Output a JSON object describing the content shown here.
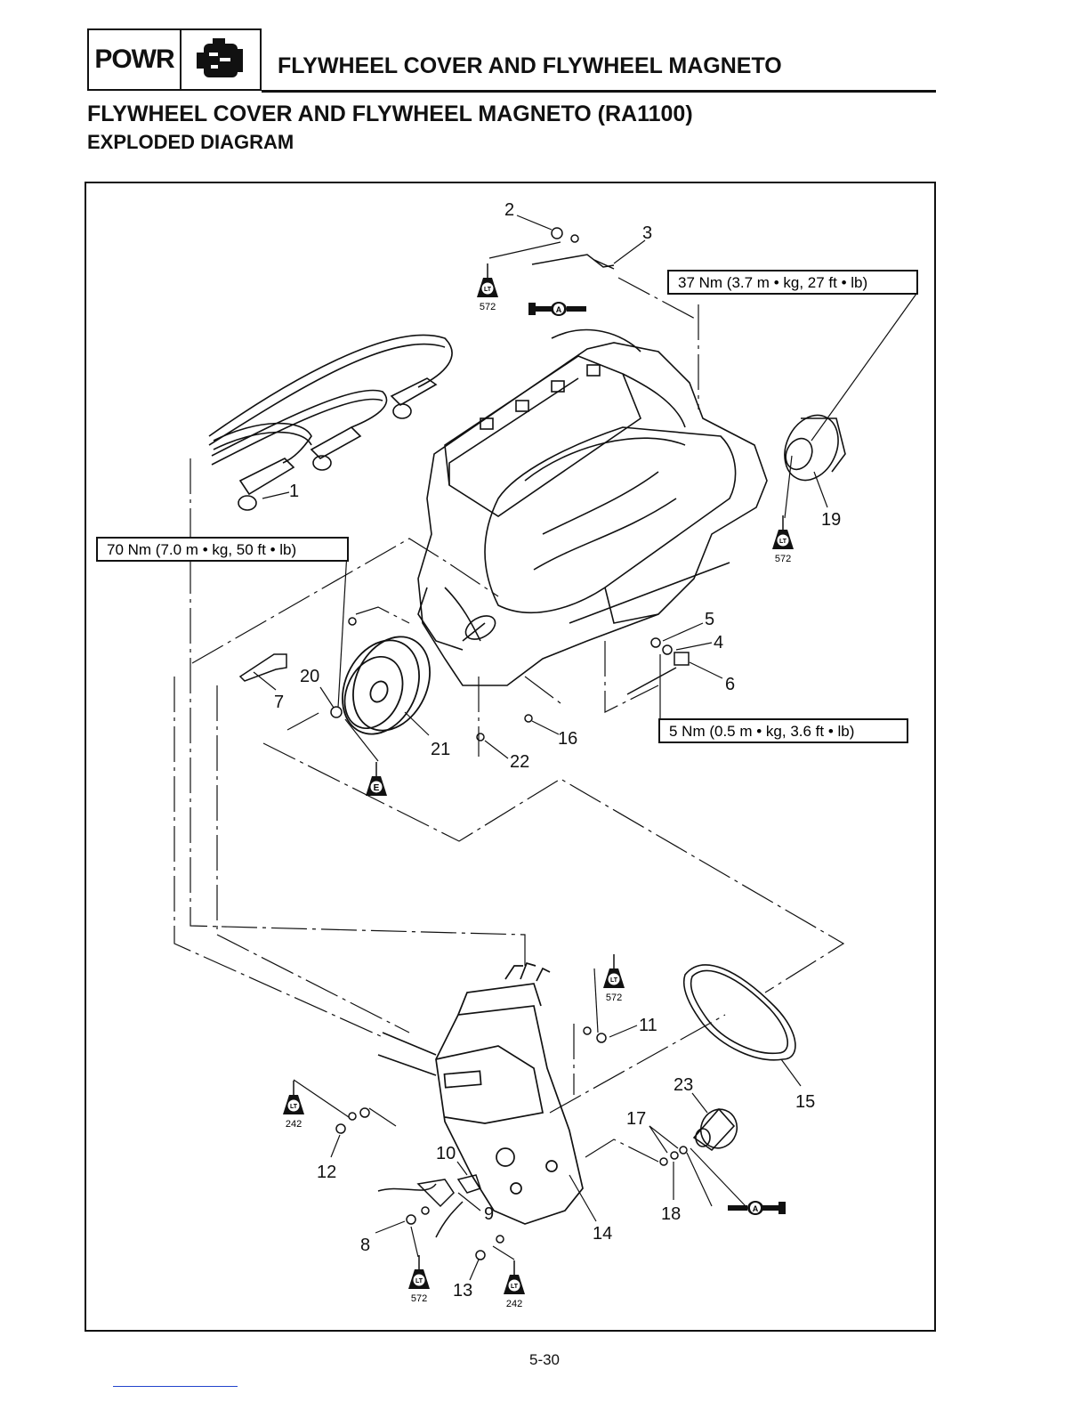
{
  "header": {
    "section_code": "POWR",
    "section_icon": "engine-icon",
    "title": "FLYWHEEL COVER AND FLYWHEEL MAGNETO"
  },
  "page": {
    "title": "FLYWHEEL COVER AND FLYWHEEL MAGNETO (RA1100)",
    "subtitle": "EXPLODED DIAGRAM",
    "number": "5-30"
  },
  "torque_specs": {
    "t37": "37 Nm (3.7 m • kg, 27 ft • lb)",
    "t70": "70 Nm (7.0 m • kg, 50 ft • lb)",
    "t5": "5 Nm (0.5 m • kg, 3.6 ft • lb)"
  },
  "callouts": {
    "c1": "1",
    "c2": "2",
    "c3": "3",
    "c4": "4",
    "c5": "5",
    "c6": "6",
    "c7": "7",
    "c8": "8",
    "c9": "9",
    "c10": "10",
    "c11": "11",
    "c12": "12",
    "c13": "13",
    "c14": "14",
    "c15": "15",
    "c16": "16",
    "c17": "17",
    "c18": "18",
    "c19": "19",
    "c20": "20",
    "c21": "21",
    "c22": "22",
    "c23": "23"
  },
  "symbols": {
    "lt": "LT",
    "e": "E",
    "a": "A",
    "num572": "572",
    "num242": "242"
  }
}
